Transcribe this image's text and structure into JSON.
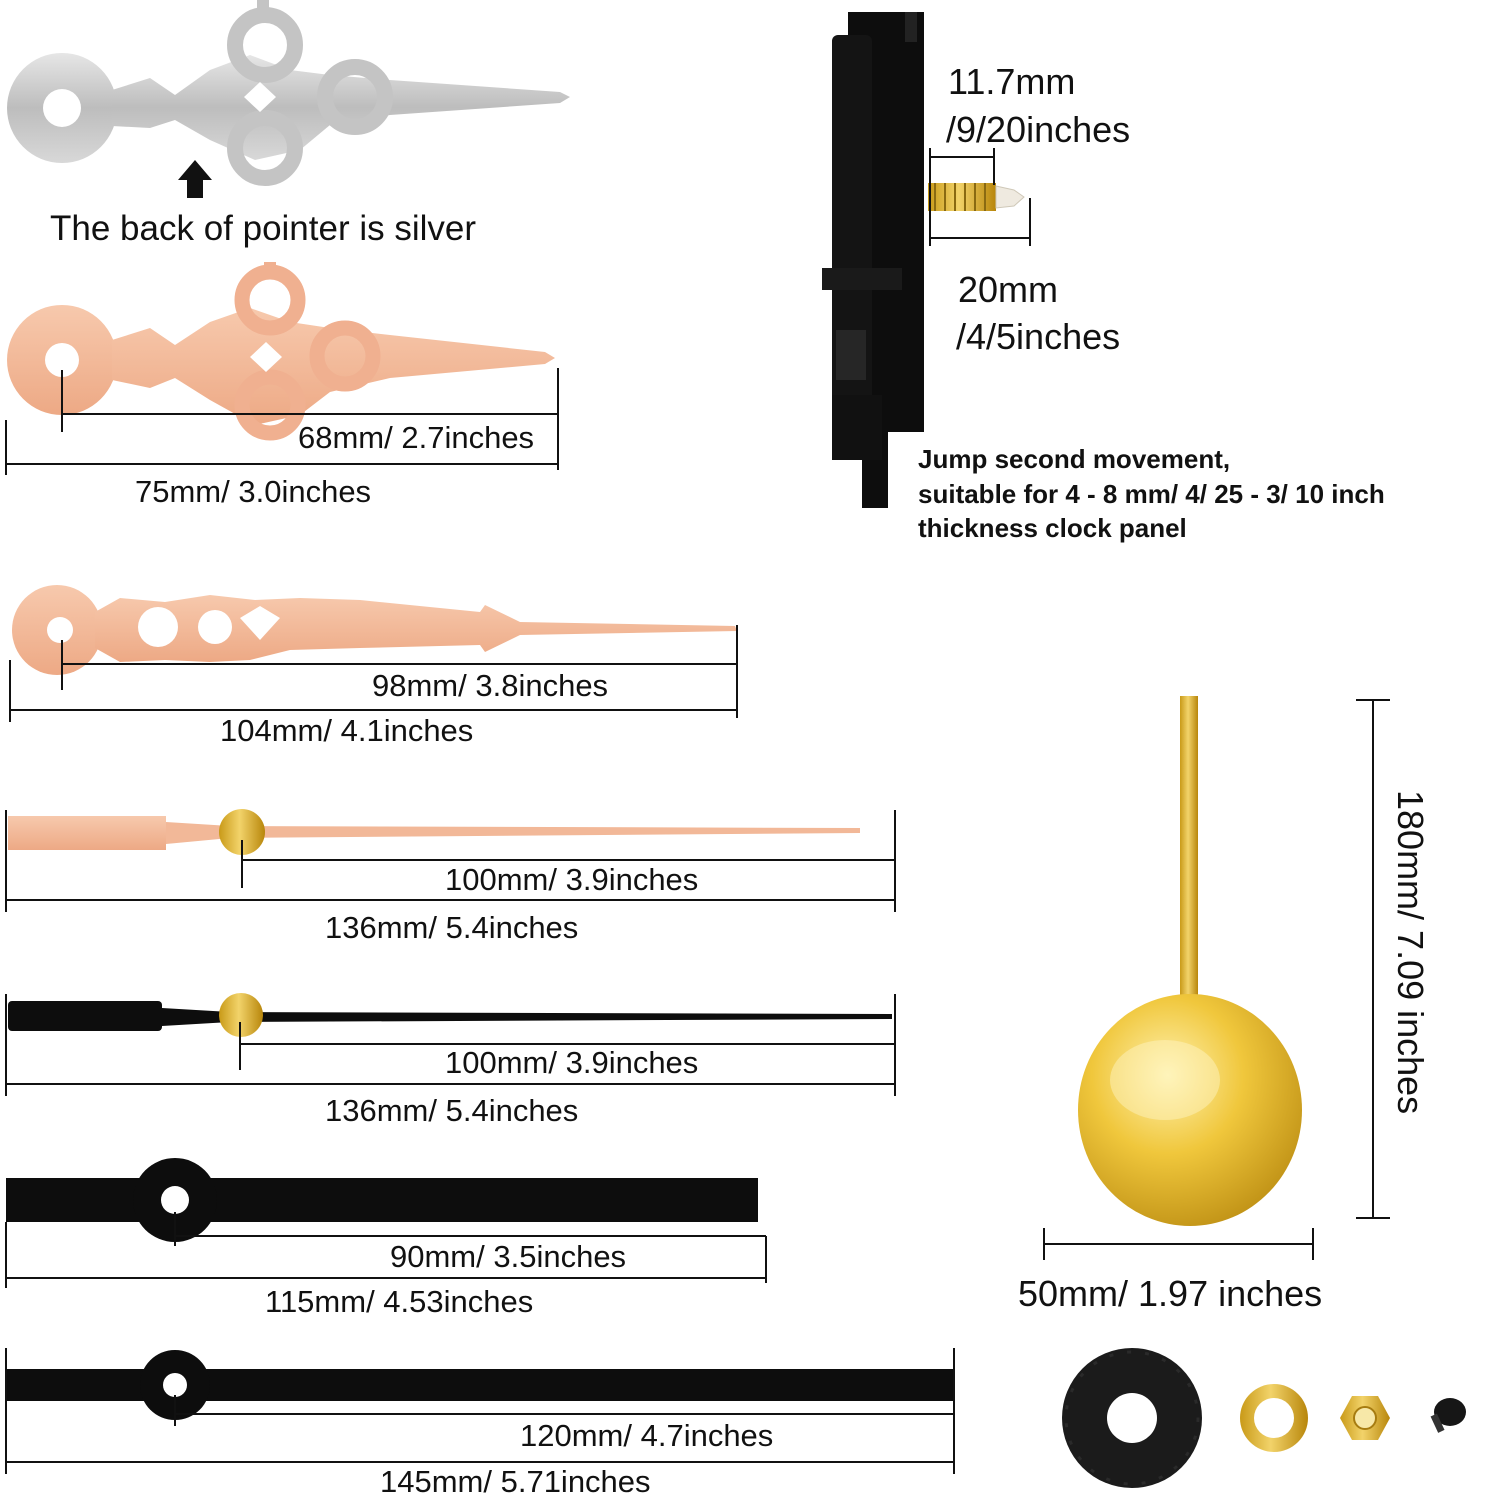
{
  "colors": {
    "silver": "#c9c9c9",
    "rose_gold": "#f2b898",
    "gold": "#e3b52d",
    "black": "#0d0d0d"
  },
  "hands": [
    {
      "id": "silver-ornate-hand",
      "color": "silver",
      "note": "The back of pointer is silver"
    },
    {
      "id": "rose-ornate-hour-hand",
      "color": "rose_gold",
      "inner": "68mm/ 2.7inches",
      "outer": "75mm/ 3.0inches"
    },
    {
      "id": "rose-ornate-minute-hand",
      "color": "rose_gold",
      "inner": "98mm/ 3.8inches",
      "outer": "104mm/ 4.1inches"
    },
    {
      "id": "rose-second-hand",
      "color": "rose_gold",
      "inner": "100mm/ 3.9inches",
      "outer": "136mm/ 5.4inches"
    },
    {
      "id": "black-second-hand",
      "color": "black",
      "inner": "100mm/ 3.9inches",
      "outer": "136mm/ 5.4inches"
    },
    {
      "id": "black-hour-hand",
      "color": "black",
      "inner": "90mm/ 3.5inches",
      "outer": "115mm/ 4.53inches"
    },
    {
      "id": "black-minute-hand",
      "color": "black",
      "inner": "120mm/ 4.7inches",
      "outer": "145mm/ 5.71inches"
    }
  ],
  "movement": {
    "shaft_short": [
      "11.7mm",
      "/9/20inches"
    ],
    "shaft_long": [
      "20mm",
      "/4/5inches"
    ],
    "description": [
      "Jump second movement,",
      "suitable for 4 - 8 mm/ 4/ 25 - 3/ 10 inch",
      "thickness clock panel"
    ]
  },
  "pendulum": {
    "height": "180mm/ 7.09 inches",
    "width": "50mm/ 1.97 inches"
  },
  "accessories": [
    "rubber-washer",
    "brass-washer",
    "hex-nut",
    "cap-nut"
  ]
}
